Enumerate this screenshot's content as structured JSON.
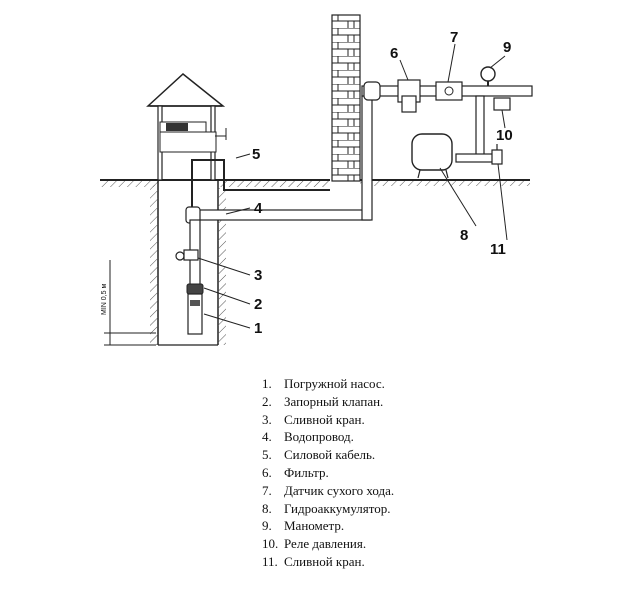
{
  "callouts": {
    "c1": "1",
    "c2": "2",
    "c3": "3",
    "c4": "4",
    "c5": "5",
    "c6": "6",
    "c7": "7",
    "c8": "8",
    "c9": "9",
    "c10": "10",
    "c11": "11"
  },
  "depth_label": "MIN 0,5 м",
  "legend": [
    {
      "num": "1.",
      "text": "Погружной насос."
    },
    {
      "num": "2.",
      "text": "Запорный клапан."
    },
    {
      "num": "3.",
      "text": "Сливной кран."
    },
    {
      "num": "4.",
      "text": "Водопровод."
    },
    {
      "num": "5.",
      "text": "Силовой кабель."
    },
    {
      "num": "6.",
      "text": "Фильтр."
    },
    {
      "num": "7.",
      "text": "Датчик сухого хода."
    },
    {
      "num": "8.",
      "text": "Гидроаккумулятор."
    },
    {
      "num": "9.",
      "text": "Манометр."
    },
    {
      "num": "10.",
      "text": "Реле давления."
    },
    {
      "num": "11.",
      "text": "Сливной кран."
    }
  ]
}
